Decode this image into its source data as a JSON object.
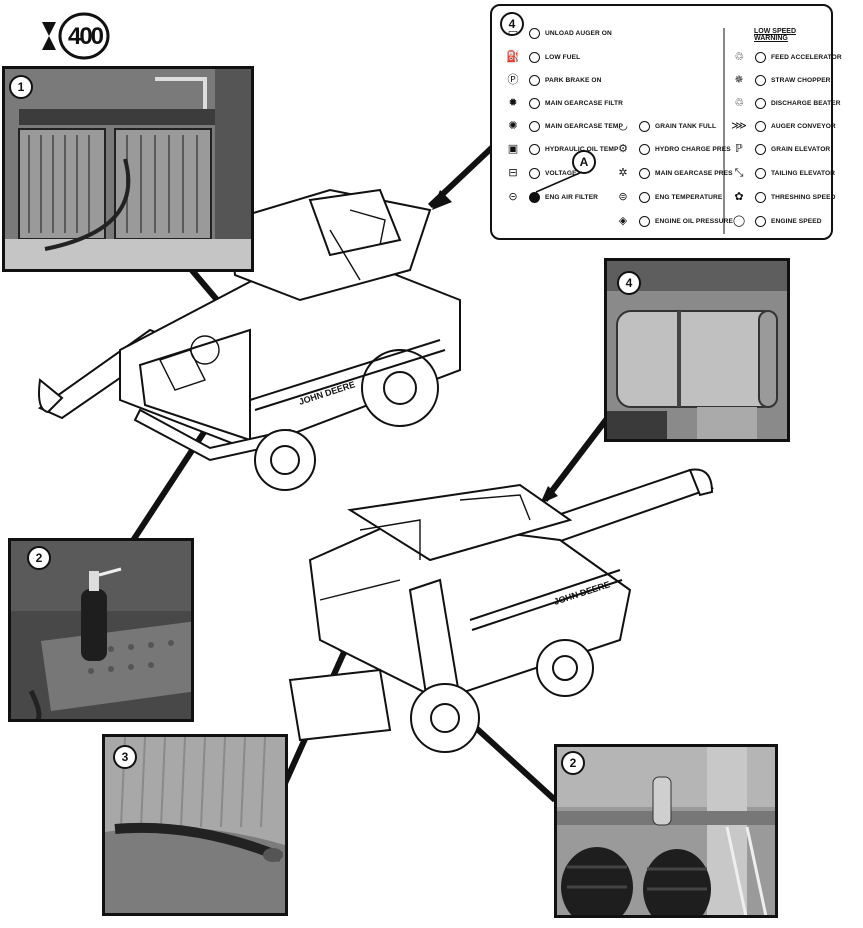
{
  "figure_code": "400",
  "callouts": {
    "battery_panel": "1",
    "extinguisher_panel_left": "2",
    "seat_panel": "3",
    "filter_panel": "4",
    "extinguisher_panel_right": "2",
    "legend": "4",
    "indicator_marker": "A"
  },
  "legend": {
    "left_column": [
      {
        "label": "UNLOAD AUGER ON",
        "icon": "auger-icon",
        "glyph": "▭",
        "lit": false
      },
      {
        "label": "LOW FUEL",
        "icon": "fuel-pump-icon",
        "glyph": "⛽",
        "lit": false
      },
      {
        "label": "PARK BRAKE ON",
        "icon": "park-brake-icon",
        "glyph": "Ⓟ",
        "lit": false
      },
      {
        "label": "MAIN GEARCASE FILTR",
        "icon": "gearcase-filter-icon",
        "glyph": "✹",
        "lit": false
      },
      {
        "label": "MAIN GEARCASE TEMP",
        "icon": "gearcase-temp-icon",
        "glyph": "✺",
        "lit": false
      },
      {
        "label": "HYDRAULIC OIL TEMP",
        "icon": "hydraulic-temp-icon",
        "glyph": "▣",
        "lit": false
      },
      {
        "label": "VOLTAGE",
        "icon": "battery-icon",
        "glyph": "⊟",
        "lit": false
      },
      {
        "label": "ENG AIR FILTER",
        "icon": "air-filter-icon",
        "glyph": "⊝",
        "lit": true
      }
    ],
    "middle_column": [
      {
        "label": "GRAIN TANK FULL",
        "icon": "grain-tank-icon",
        "glyph": "◡"
      },
      {
        "label": "HYDRO CHARGE PRES",
        "icon": "hydro-charge-icon",
        "glyph": "⚙"
      },
      {
        "label": "MAIN GEARCASE PRES",
        "icon": "gearcase-pressure-icon",
        "glyph": "✲"
      },
      {
        "label": "ENG TEMPERATURE",
        "icon": "engine-temp-icon",
        "glyph": "⊜"
      },
      {
        "label": "ENGINE OIL PRESSURE",
        "icon": "oil-can-icon",
        "glyph": "◈"
      }
    ],
    "right_header": "LOW SPEED WARNING",
    "right_column": [
      {
        "label": "FEED ACCELERATOR",
        "icon": "feed-accelerator-icon",
        "glyph": "♲"
      },
      {
        "label": "STRAW CHOPPER",
        "icon": "straw-chopper-icon",
        "glyph": "✵"
      },
      {
        "label": "DISCHARGE BEATER",
        "icon": "discharge-beater-icon",
        "glyph": "♲"
      },
      {
        "label": "AUGER CONVEYOR",
        "icon": "auger-conveyor-icon",
        "glyph": "⋙"
      },
      {
        "label": "GRAIN ELEVATOR",
        "icon": "grain-elevator-icon",
        "glyph": "ℙ"
      },
      {
        "label": "TAILING ELEVATOR",
        "icon": "tailing-elevator-icon",
        "glyph": "⤡"
      },
      {
        "label": "THRESHING SPEED",
        "icon": "threshing-icon",
        "glyph": "✿"
      },
      {
        "label": "ENGINE SPEED",
        "icon": "engine-speed-icon",
        "glyph": "◯"
      }
    ]
  },
  "colors": {
    "ink": "#111111",
    "photo_dark": "#4a4a4a",
    "photo_mid": "#8a8a8a",
    "photo_light": "#c8c8c8"
  }
}
